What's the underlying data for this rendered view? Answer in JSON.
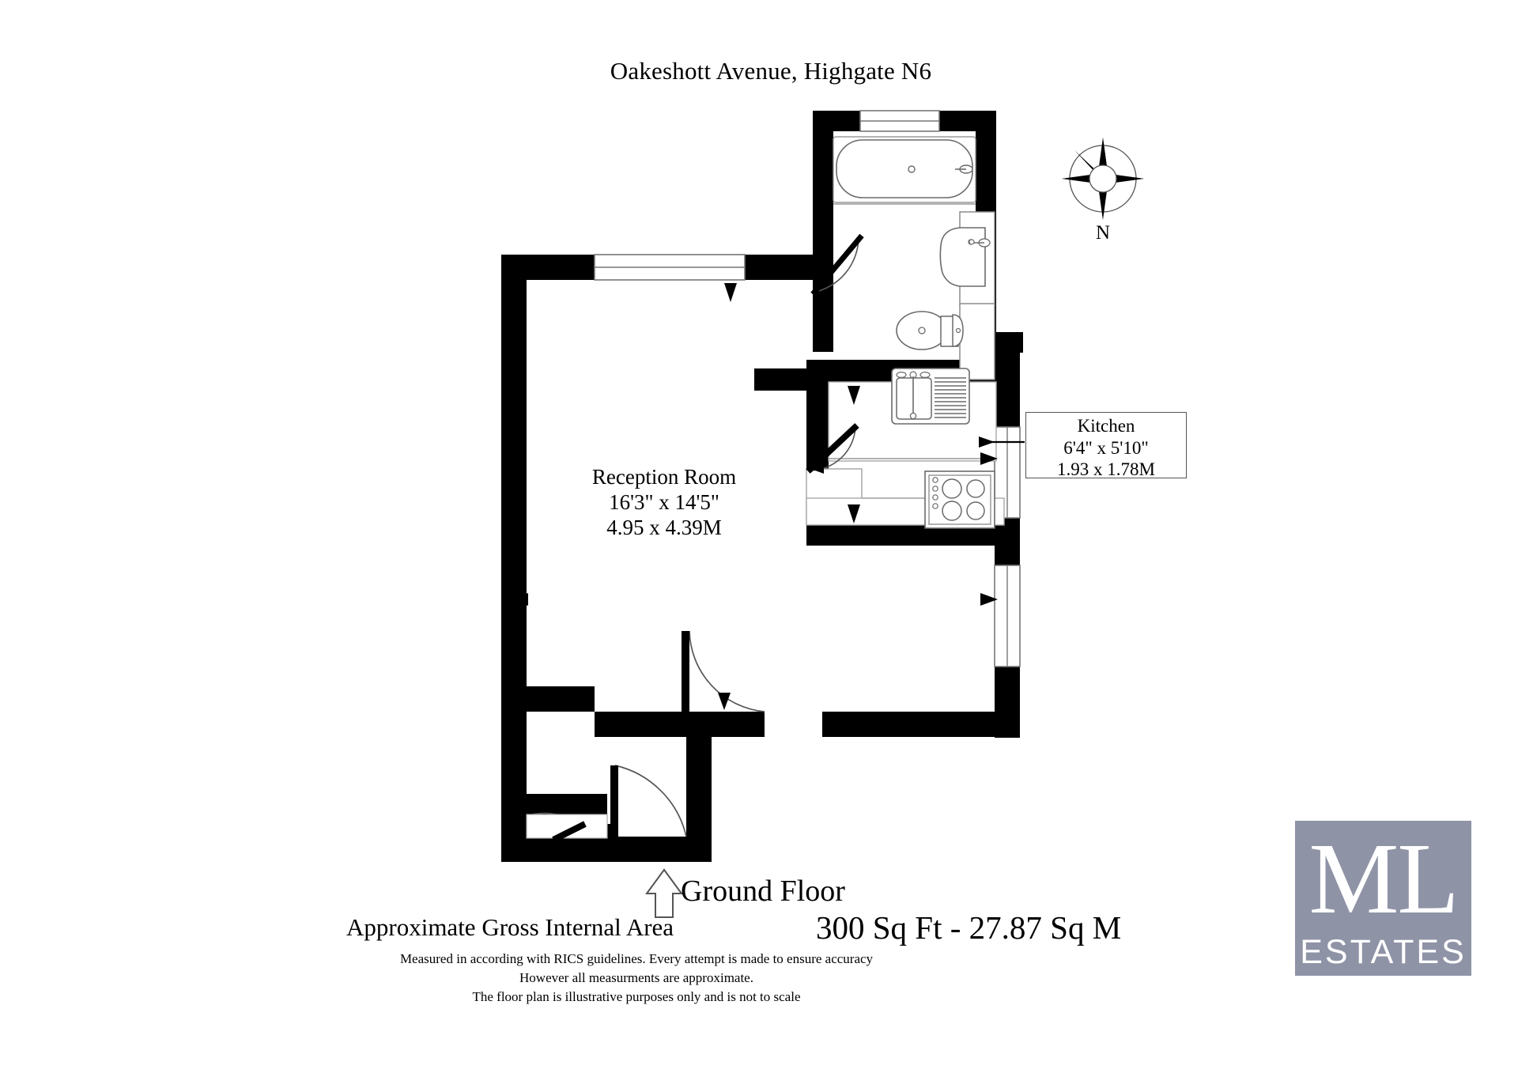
{
  "title": "Oakeshott Avenue, Highgate N6",
  "compass": {
    "icon": "compass-rose-icon",
    "north_label": "N"
  },
  "rooms": [
    {
      "name": "Reception Room",
      "imperial": "16'3\" x 14'5\"",
      "metric": "4.95 x 4.39M"
    },
    {
      "name": "Kitchen",
      "imperial": "6'4\" x 5'10\"",
      "metric": "1.93 x 1.78M"
    }
  ],
  "reception": {
    "name": "Reception Room",
    "imperial": "16'3\" x 14'5\"",
    "metric": "4.95 x 4.39M"
  },
  "kitchen": {
    "name": "Kitchen",
    "imperial": "6'4\" x 5'10\"",
    "metric": "1.93 x 1.78M"
  },
  "fixtures": [
    "bathtub-icon",
    "wash-basin-icon",
    "toilet-icon",
    "kitchen-sink-icon",
    "hob-cooker-icon",
    "cupboard-icon"
  ],
  "footer": {
    "floor_label": "Ground Floor",
    "area_label": "Approximate Gross Internal Area",
    "area_value": "300 Sq Ft - 27.87 Sq M",
    "disclaimer_line_1": "Measured in according with RICS guidelines. Every attempt is made to ensure accuracy",
    "disclaimer_line_2": "However all measurments are approximate.",
    "disclaimer_line_3": "The floor plan is illustrative purposes only and is not to scale"
  },
  "logo": {
    "mark": "ML",
    "word": "ESTATES",
    "background_color": "#8f93a6",
    "text_color": "#ffffff"
  },
  "colors": {
    "wall": "#000000",
    "fixture_outline": "#555555",
    "page_background": "#ffffff"
  }
}
